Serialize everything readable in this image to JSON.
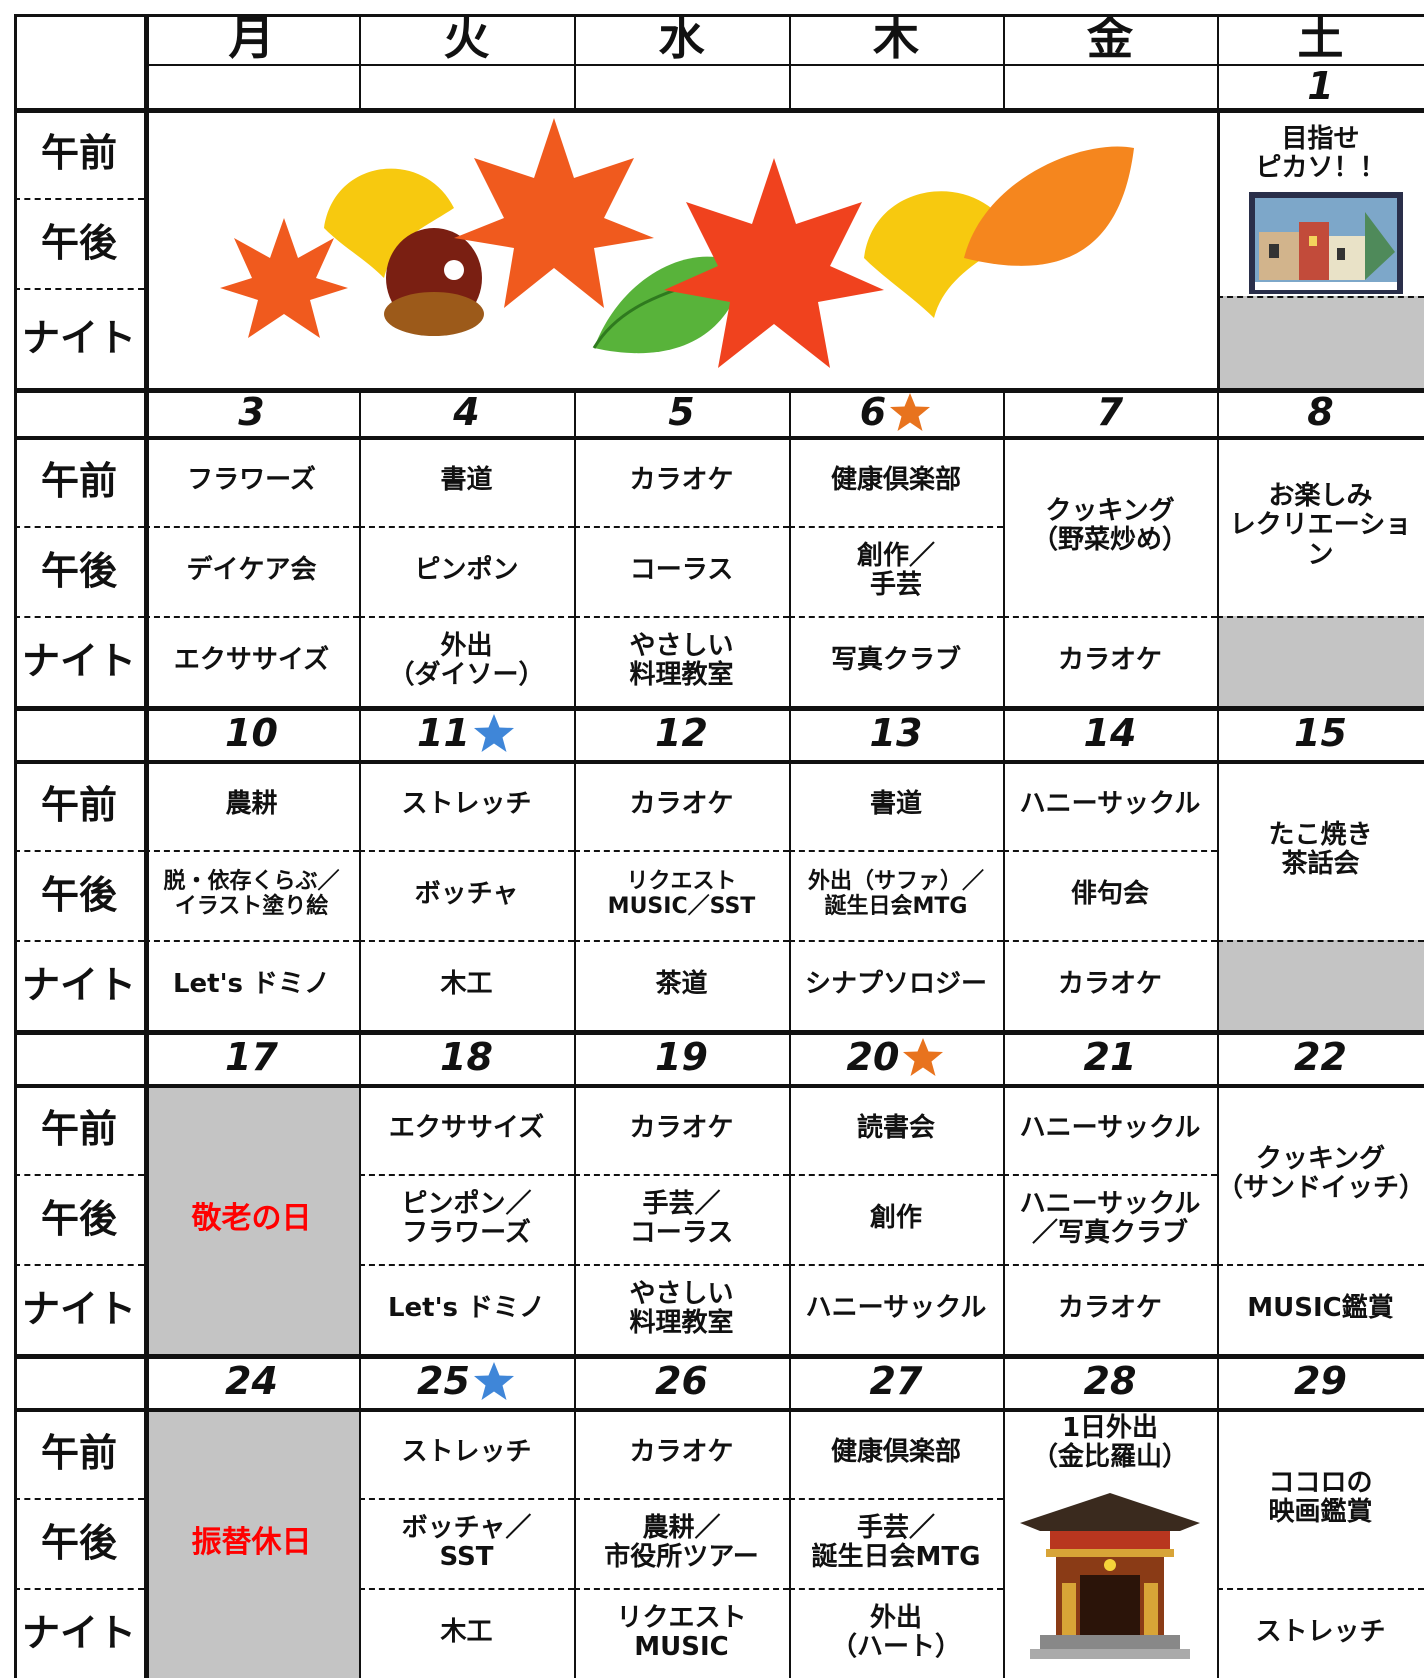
{
  "weekdays": [
    "月",
    "火",
    "水",
    "木",
    "金",
    "土"
  ],
  "slots": [
    "午前",
    "午後",
    "ナイト"
  ],
  "week1": {
    "sat_date": "1",
    "sat_event": "目指せ\nピカソ！！",
    "picture": "picasso-painting"
  },
  "week2": {
    "dates": [
      "3",
      "4",
      "5",
      "6",
      "7",
      "8"
    ],
    "mon": [
      "フラワーズ",
      "デイケア会",
      "エクササイズ"
    ],
    "tue": [
      "書道",
      "ピンポン",
      "外出\n（ダイソー）"
    ],
    "wed": [
      "カラオケ",
      "コーラス",
      "やさしい\n料理教室"
    ],
    "thu": [
      "健康倶楽部",
      "創作／\n手芸",
      "写真クラブ"
    ],
    "fri_am_pm": "クッキング\n（野菜炒め）",
    "fri_night": "カラオケ",
    "sat_am_pm": "お楽しみ\nレクリエーション"
  },
  "week3": {
    "dates": [
      "10",
      "11",
      "12",
      "13",
      "14",
      "15"
    ],
    "mon": [
      "農耕",
      "脱・依存くらぶ／\nイラスト塗り絵",
      "Let's ドミノ"
    ],
    "tue": [
      "ストレッチ",
      "ボッチャ",
      "木工"
    ],
    "wed": [
      "カラオケ",
      "リクエスト\nMUSIC／SST",
      "茶道"
    ],
    "thu": [
      "書道",
      "外出（サファ）／\n誕生日会MTG",
      "シナプソロジー"
    ],
    "fri": [
      "ハニーサックル",
      "俳句会",
      "カラオケ"
    ],
    "sat_am_pm": "たこ焼き\n茶話会"
  },
  "week4": {
    "dates": [
      "17",
      "18",
      "19",
      "20",
      "21",
      "22"
    ],
    "mon_holiday": "敬老の日",
    "tue": [
      "エクササイズ",
      "ピンポン／\nフラワーズ",
      "Let's ドミノ"
    ],
    "wed": [
      "カラオケ",
      "手芸／\nコーラス",
      "やさしい\n料理教室"
    ],
    "thu": [
      "読書会",
      "創作",
      "ハニーサックル"
    ],
    "fri": [
      "ハニーサックル",
      "ハニーサックル\n／写真クラブ",
      "カラオケ"
    ],
    "sat_am_pm": "クッキング\n（サンドイッチ）",
    "sat_night": "MUSIC鑑賞"
  },
  "week5": {
    "dates": [
      "24",
      "25",
      "26",
      "27",
      "28",
      "29"
    ],
    "mon_holiday": "振替休日",
    "tue": [
      "ストレッチ",
      "ボッチャ／\nSST",
      "木工"
    ],
    "wed": [
      "カラオケ",
      "農耕／\n市役所ツアー",
      "リクエスト\nMUSIC"
    ],
    "thu": [
      "健康倶楽部",
      "手芸／\n誕生日会MTG",
      "外出\n（ハート）"
    ],
    "fri_event": "1日外出\n（金比羅山）",
    "sat_am_pm": "ココロの\n映画鑑賞",
    "sat_night": "ストレッチ"
  },
  "stars": [
    {
      "date": "6",
      "color": "#e8731e"
    },
    {
      "date": "11",
      "color": "#3f86d8"
    },
    {
      "date": "20",
      "color": "#e8731e"
    },
    {
      "date": "25",
      "color": "#3f86d8"
    }
  ],
  "colors": {
    "gray": "#c4c4c4",
    "holiday": "#ff0000",
    "orange_star": "#e8731e",
    "blue_star": "#3f86d8"
  }
}
